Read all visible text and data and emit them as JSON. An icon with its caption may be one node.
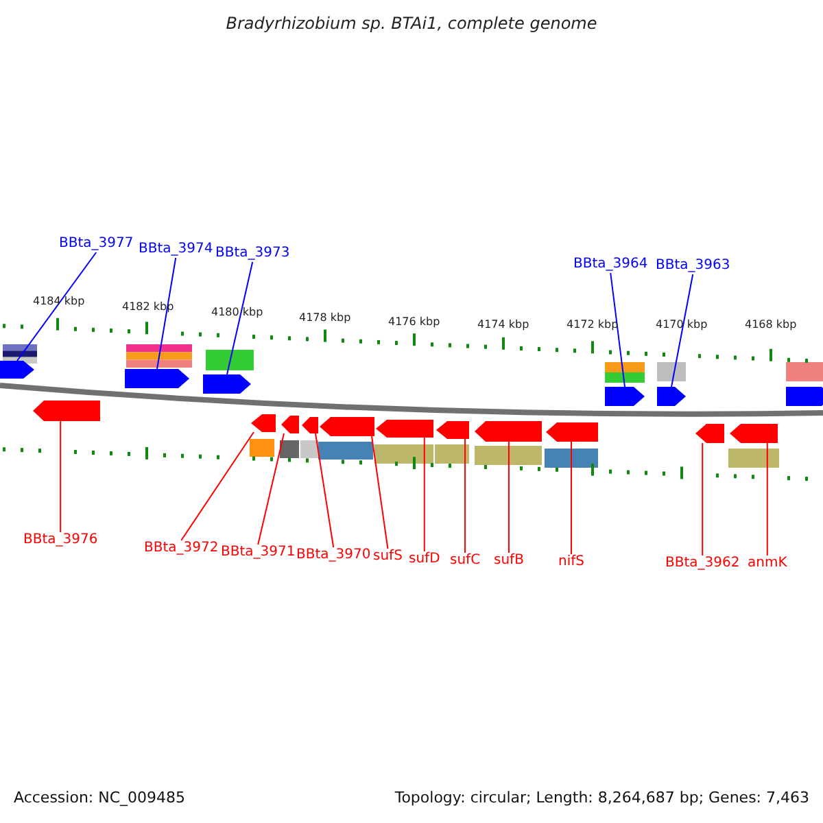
{
  "diagram": {
    "title": "Bradyrhizobium sp. BTAi1, complete genome",
    "nodes": [
      {
        "text": [
          "BBta_3977"
        ]
      },
      {
        "text": [
          "BBta_3974"
        ]
      },
      {
        "text": [
          "BBta_3973"
        ]
      },
      {
        "text": [
          "BBta_3964"
        ]
      },
      {
        "text": [
          "BBta_3963"
        ]
      },
      {
        "text": [
          "BBta_3976"
        ]
      },
      {
        "text": [
          "BBta_3972"
        ]
      },
      {
        "text": [
          "BBta_3971"
        ]
      },
      {
        "text": [
          "BBta_3970"
        ]
      },
      {
        "text": [
          "sufS"
        ]
      },
      {
        "text": [
          "sufD"
        ]
      },
      {
        "text": [
          "sufC"
        ]
      },
      {
        "text": [
          "sufB"
        ]
      },
      {
        "text": [
          "nifS"
        ]
      },
      {
        "text": [
          "BBta_3962"
        ]
      },
      {
        "text": [
          "anmK"
        ]
      },
      {
        "text": [],
        "shape": "arrow"
      },
      {
        "text": [],
        "shape": "arrow"
      },
      {
        "text": [],
        "shape": "arrow"
      },
      {
        "text": [],
        "shape": "arrow"
      },
      {
        "text": [],
        "shape": "arrow"
      },
      {
        "text": [],
        "shape": "arrow"
      },
      {
        "text": [],
        "shape": "arrow"
      },
      {
        "text": [],
        "shape": "arrow"
      },
      {
        "text": [],
        "shape": "arrow"
      },
      {
        "text": [],
        "shape": "arrow"
      },
      {
        "text": [],
        "shape": "arrow"
      },
      {
        "text": [],
        "shape": "arrow"
      },
      {
        "text": [],
        "shape": "arrow"
      },
      {
        "text": [],
        "shape": "arrow"
      },
      {
        "text": [],
        "shape": "arrow"
      },
      {
        "text": [],
        "shape": "arrow"
      },
      {
        "text": [],
        "shape": "arrow"
      }
    ],
    "edges": [
      {
        "from": 0,
        "to": 16,
        "arrow": "none",
        "color": "#0000ff"
      },
      {
        "from": 1,
        "to": 17,
        "arrow": "none",
        "color": "#0000ff"
      },
      {
        "from": 2,
        "to": 18,
        "arrow": "none",
        "color": "#0000ff"
      },
      {
        "from": 3,
        "to": 19,
        "arrow": "none",
        "color": "#0000ff"
      },
      {
        "from": 4,
        "to": 20,
        "arrow": "none",
        "color": "#0000ff"
      },
      {
        "from": 5,
        "to": 21,
        "arrow": "none"
      },
      {
        "from": 6,
        "to": 22,
        "arrow": "none"
      },
      {
        "from": 7,
        "to": 23,
        "arrow": "none"
      },
      {
        "from": 8,
        "to": 24,
        "arrow": "none"
      },
      {
        "from": 9,
        "to": 25,
        "arrow": "none"
      },
      {
        "from": 10,
        "to": 26,
        "arrow": "none"
      },
      {
        "from": 11,
        "to": 27,
        "arrow": "none"
      },
      {
        "from": 12,
        "to": 28,
        "arrow": "none"
      },
      {
        "from": 13,
        "to": 29,
        "arrow": "none"
      },
      {
        "from": 14,
        "to": 30,
        "arrow": "none"
      },
      {
        "from": 15,
        "to": 31,
        "arrow": "none"
      }
    ],
    "labels": [
      "4184 kbp",
      "4182 kbp",
      "4180 kbp",
      "4178 kbp",
      "4176 kbp",
      "4174 kbp",
      "4172 kbp",
      "4170 kbp",
      "4168 kbp",
      "Accession: NC_009485",
      "Topology: circular; Length: 8,264,687 bp; Genes: 7,463"
    ]
  }
}
